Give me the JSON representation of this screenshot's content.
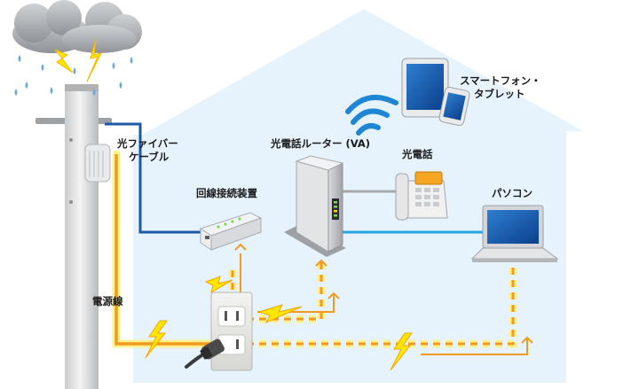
{
  "labels": {
    "fiber_cable_line1": "光ファイバー",
    "fiber_cable_line2": "ケーブル",
    "power_line": "電源線",
    "line_terminal": "回線接続装置",
    "router": "光電話ルーター (VA)",
    "phone": "光電話",
    "smartphone_line1": "スマートフォン・",
    "smartphone_line2": "タブレット",
    "pc": "パソコン"
  },
  "colors": {
    "house_fill": "#e6f3fc",
    "house_stroke": "#ffffff",
    "fiber_line": "#1e57a6",
    "lan_line": "#25a6df",
    "phone_line": "#a7a9ac",
    "power_line": "#f29a1f",
    "power_glow": "#fff07a",
    "lightning": "#ffe600"
  },
  "icons": [
    "cloud-icon",
    "lightning-icon",
    "rain-icon",
    "utility-pole-icon",
    "transformer-icon",
    "onu-device-icon",
    "router-icon",
    "wifi-icon",
    "telephone-icon",
    "tablet-icon",
    "smartphone-icon",
    "laptop-icon",
    "wall-outlet-icon",
    "power-plug-icon"
  ]
}
